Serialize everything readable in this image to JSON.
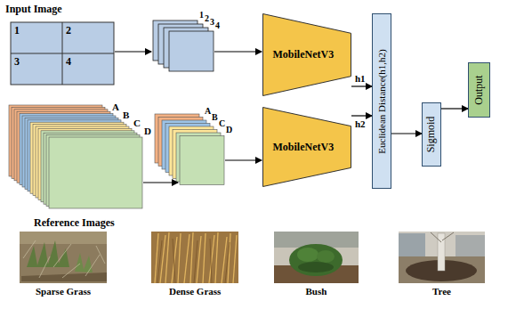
{
  "diagram": {
    "nodes": [
      {
        "text": [
          "MobileNetV3"
        ]
      },
      {
        "text": [
          "MobileNetV3"
        ]
      },
      {
        "text": [
          "Euclidean Distance(h1,h2)"
        ]
      },
      {
        "text": [
          "Sigmoid"
        ]
      },
      {
        "text": [
          "Output"
        ]
      }
    ],
    "edges": [
      {
        "from": 0,
        "to": 2,
        "arrow": "to",
        "label": "h1"
      },
      {
        "from": 1,
        "to": 2,
        "arrow": "to",
        "label": "h2"
      },
      {
        "from": 2,
        "to": 3,
        "arrow": "to"
      },
      {
        "from": 3,
        "to": 4,
        "arrow": "to"
      }
    ],
    "labels": [
      "Input Image",
      "1",
      "2",
      "3",
      "4",
      "1",
      "2",
      "3",
      "4",
      "A",
      "B",
      "C",
      "D",
      "A",
      "B",
      "C",
      "D",
      "Reference Images",
      "Sparse Grass",
      "Dense Grass",
      "Bush",
      "Tree"
    ]
  }
}
